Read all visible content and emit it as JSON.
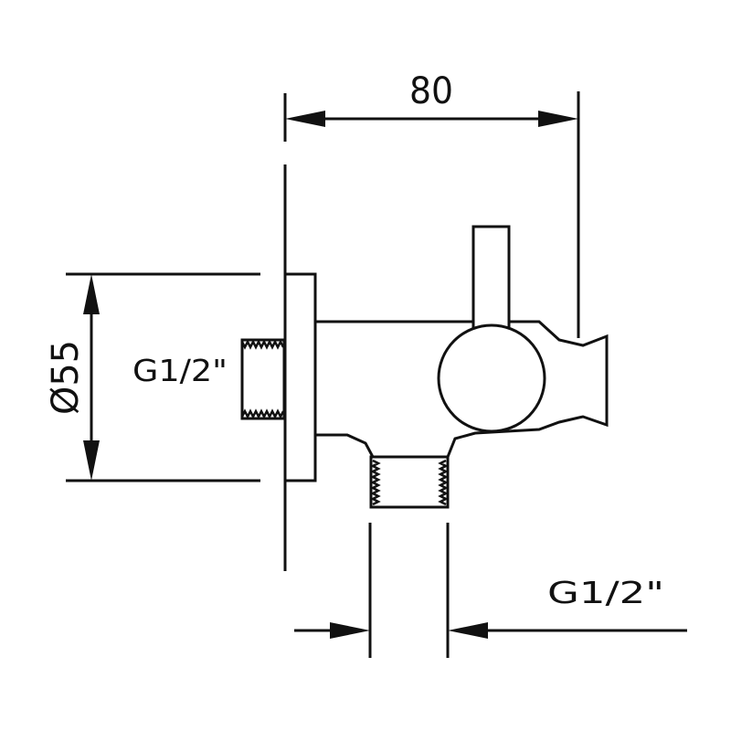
{
  "dimensions": {
    "width_label": "80",
    "diameter_label": "Ø55"
  },
  "threads": {
    "wall_inlet_label": "G1/2\"",
    "outlet_label": "G1/2\""
  },
  "colors": {
    "line": "#111111",
    "background": "#ffffff"
  }
}
